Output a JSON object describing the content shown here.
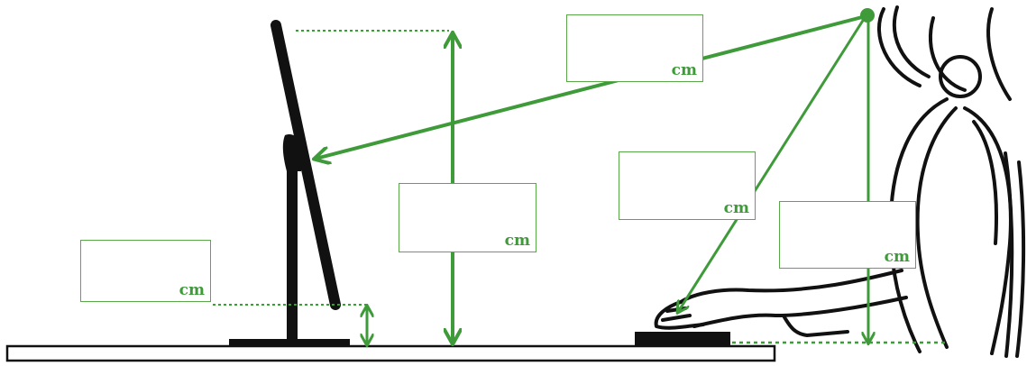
{
  "diagram": {
    "colors": {
      "measure_line": "#3f9a3a",
      "label_box_border": "#5aa84a",
      "label_text": "#3f9a3a",
      "figure": "#111111",
      "desk_outline": "#111111"
    },
    "boxes": {
      "eye_to_screen": {
        "value": "",
        "unit": "cm"
      },
      "screen_top_height": {
        "value": "",
        "unit": "cm"
      },
      "eye_to_keyboard": {
        "value": "",
        "unit": "cm"
      },
      "eye_height": {
        "value": "",
        "unit": "cm"
      },
      "screen_bottom_height": {
        "value": "",
        "unit": "cm"
      }
    },
    "icons": {
      "eye": "eye-point-icon",
      "monitor": "monitor-icon",
      "person": "seated-person-icon",
      "keyboard": "keyboard-icon"
    }
  }
}
